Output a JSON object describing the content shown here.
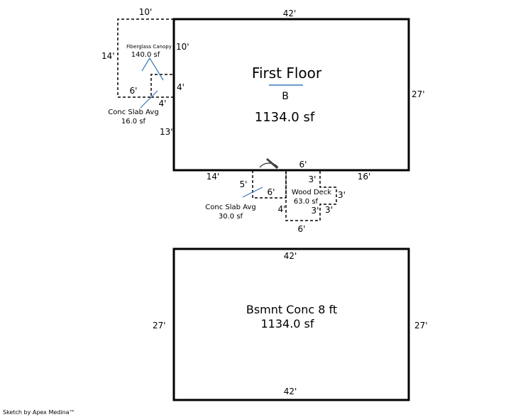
{
  "first_floor": {
    "title": "First Floor",
    "code": "B",
    "area": "1134.0 sf",
    "dims": {
      "top": "42'",
      "right": "27'",
      "left": "13'",
      "bottom_left": "14'",
      "bottom_right": "16'",
      "door": "6'"
    }
  },
  "canopy": {
    "label": "Fiberglass Canopy",
    "area": "140.0 sf",
    "dims": {
      "top": "10'",
      "left": "14'",
      "right": "10'",
      "bottom": "6'"
    }
  },
  "slab_small": {
    "label": "Conc Slab Avg",
    "area": "16.0 sf",
    "dims": {
      "side": "4'",
      "bottom": "4'"
    }
  },
  "slab_large": {
    "label": "Conc Slab Avg",
    "area": "30.0 sf",
    "dims": {
      "left": "5'",
      "bottom": "6'"
    }
  },
  "deck": {
    "label": "Wood Deck",
    "area": "63.0 sf",
    "dims": {
      "top": "3'",
      "right_upper": "3'",
      "right_lower": "3'",
      "inner": "3'",
      "left": "4'",
      "bottom": "6'"
    }
  },
  "basement": {
    "title": "Bsmnt Conc 8 ft",
    "area": "1134.0 sf",
    "dims": {
      "top": "42'",
      "bottom": "42'",
      "left": "27'",
      "right": "27'"
    }
  },
  "footer": "Sketch by Apex Medina™",
  "colors": {
    "line": "#000000",
    "leader": "#3a78b5"
  }
}
